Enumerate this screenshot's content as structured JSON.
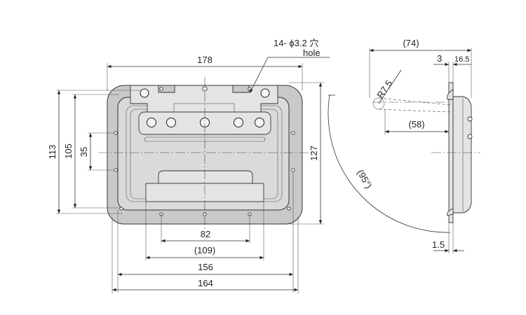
{
  "front_view": {
    "dim_width_top": "178",
    "dim_hole_note": "14- ϕ3.2 穴",
    "dim_hole_note_en": "hole",
    "dim_height_outer": "113",
    "dim_height_105": "105",
    "dim_height_35": "35",
    "dim_height_127": "127",
    "dim_82": "82",
    "dim_109": "(109)",
    "dim_156": "156",
    "dim_164": "164"
  },
  "side_view": {
    "dim_74": "(74)",
    "dim_3": "3",
    "dim_16_5": "16.5",
    "dim_r7_5": "R7.5",
    "dim_58": "(58)",
    "dim_95": "(95°)",
    "dim_1_5": "1.5"
  }
}
